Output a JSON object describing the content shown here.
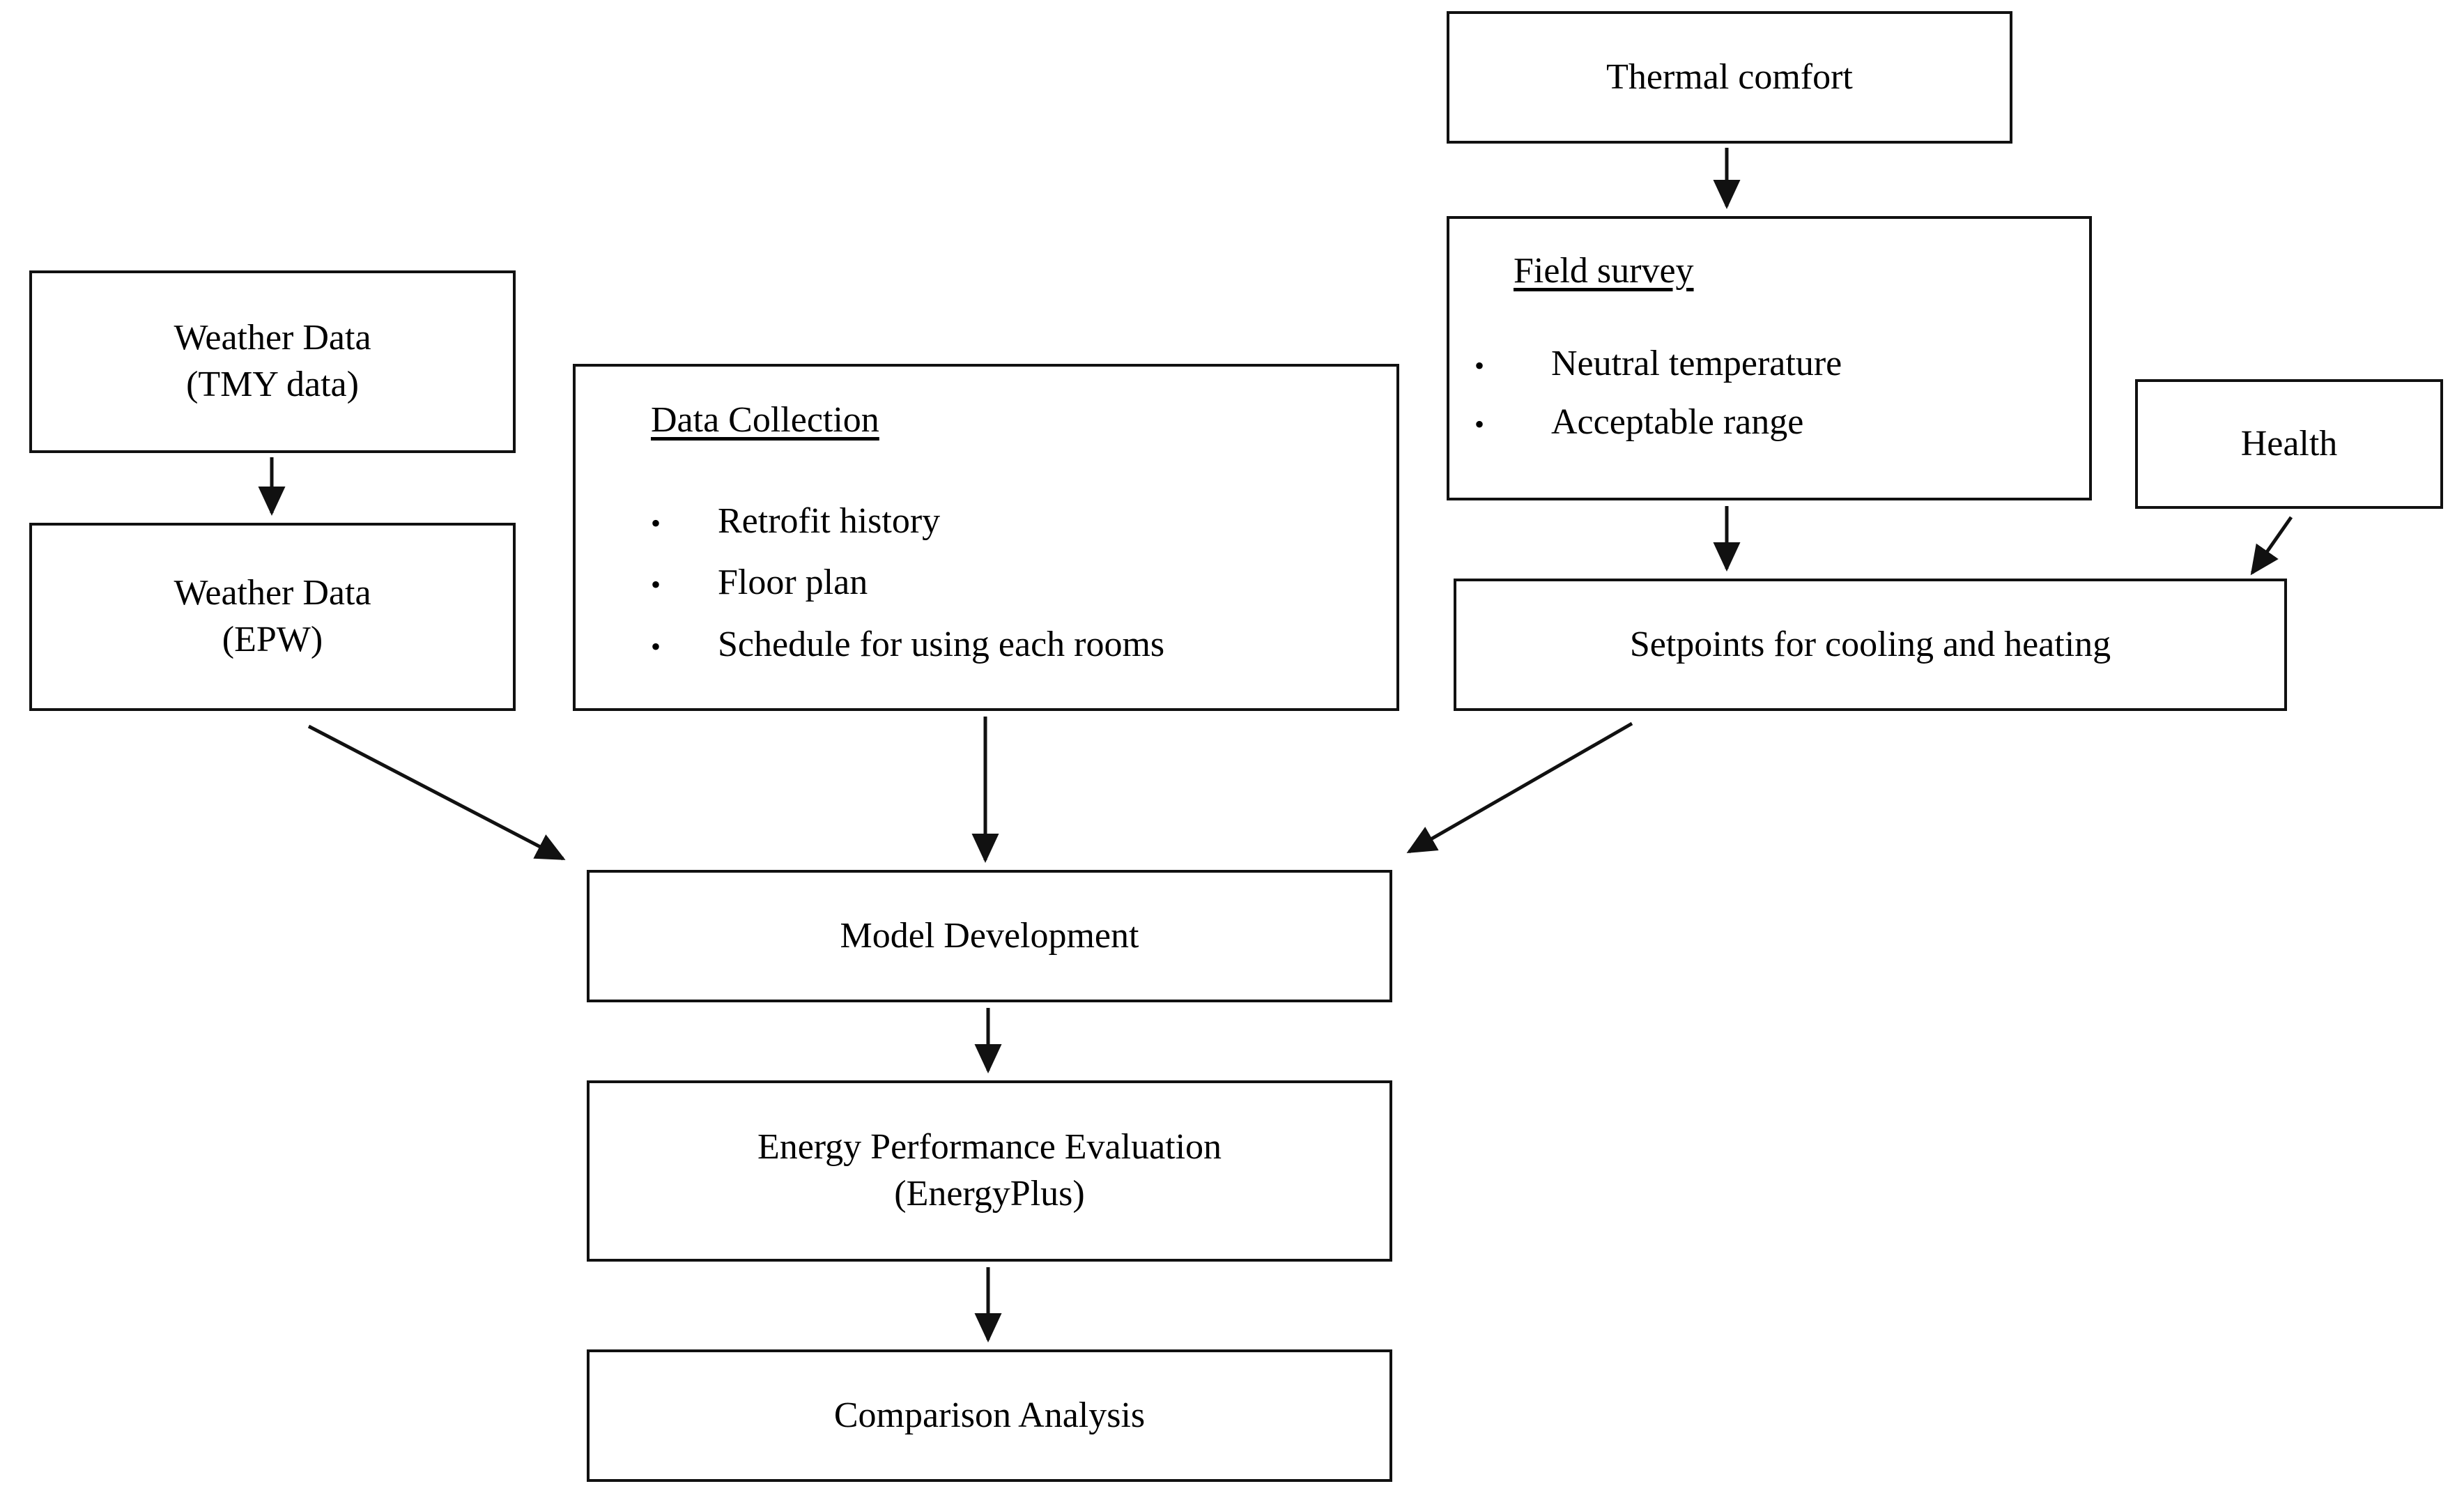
{
  "diagram": {
    "type": "flowchart",
    "title": "Building energy simulation research methodology flowchart",
    "line_color": "#111111",
    "background_color": "#ffffff",
    "nodes": [
      {
        "id": "weather-tmy",
        "lines": [
          "Weather Data",
          "(TMY data)"
        ]
      },
      {
        "id": "weather-epw",
        "lines": [
          "Weather Data",
          "(EPW)"
        ]
      },
      {
        "id": "data-collection",
        "heading": "Data Collection",
        "bullet_mark": "•",
        "bullets": [
          "Retrofit history",
          "Floor plan",
          "Schedule for using each rooms"
        ]
      },
      {
        "id": "thermal-comfort",
        "lines": [
          "Thermal comfort"
        ]
      },
      {
        "id": "field-survey",
        "heading": "Field survey",
        "bullet_mark": "•",
        "bullets": [
          "Neutral temperature",
          "Acceptable range"
        ]
      },
      {
        "id": "health",
        "lines": [
          "Health"
        ]
      },
      {
        "id": "setpoints",
        "lines": [
          "Setpoints for cooling and heating"
        ]
      },
      {
        "id": "model-development",
        "lines": [
          "Model Development"
        ]
      },
      {
        "id": "energy-performance-evaluation",
        "lines": [
          "Energy Performance Evaluation",
          "(EnergyPlus)"
        ]
      },
      {
        "id": "comparison-analysis",
        "lines": [
          "Comparison Analysis"
        ]
      }
    ],
    "edges": [
      {
        "id": "tmy-to-epw",
        "from": "weather-tmy",
        "to": "weather-epw",
        "style": "vertical"
      },
      {
        "id": "epw-to-model",
        "from": "weather-epw",
        "to": "model-development",
        "style": "diagonal"
      },
      {
        "id": "datacollection-to-model",
        "from": "data-collection",
        "to": "model-development",
        "style": "vertical"
      },
      {
        "id": "thermal-to-field",
        "from": "thermal-comfort",
        "to": "field-survey",
        "style": "vertical"
      },
      {
        "id": "field-to-setpoints",
        "from": "field-survey",
        "to": "setpoints",
        "style": "vertical"
      },
      {
        "id": "health-to-setpoints",
        "from": "health",
        "to": "setpoints",
        "style": "diagonal"
      },
      {
        "id": "setpoints-to-model",
        "from": "setpoints",
        "to": "model-development",
        "style": "diagonal"
      },
      {
        "id": "model-to-energy",
        "from": "model-development",
        "to": "energy-performance-evaluation",
        "style": "vertical"
      },
      {
        "id": "energy-to-comparison",
        "from": "energy-performance-evaluation",
        "to": "comparison-analysis",
        "style": "vertical"
      }
    ]
  },
  "nodes": {
    "weather_tmy": {
      "line1": "Weather Data",
      "line2": "(TMY data)"
    },
    "weather_epw": {
      "line1": "Weather Data",
      "line2": "(EPW)"
    },
    "data_collection": {
      "heading": "Data Collection",
      "bullet_mark": "•",
      "items": [
        "Retrofit history",
        "Floor plan",
        "Schedule for using each rooms"
      ]
    },
    "thermal_comfort": {
      "line1": "Thermal comfort"
    },
    "field_survey": {
      "heading": "Field survey",
      "bullet_mark": "•",
      "items": [
        "Neutral temperature",
        "Acceptable range"
      ]
    },
    "health": {
      "line1": "Health"
    },
    "setpoints": {
      "line1": "Setpoints for cooling and heating"
    },
    "model_development": {
      "line1": "Model Development"
    },
    "energy_evaluation": {
      "line1": "Energy Performance Evaluation",
      "line2": "(EnergyPlus)"
    },
    "comparison_analysis": {
      "line1": "Comparison Analysis"
    }
  }
}
